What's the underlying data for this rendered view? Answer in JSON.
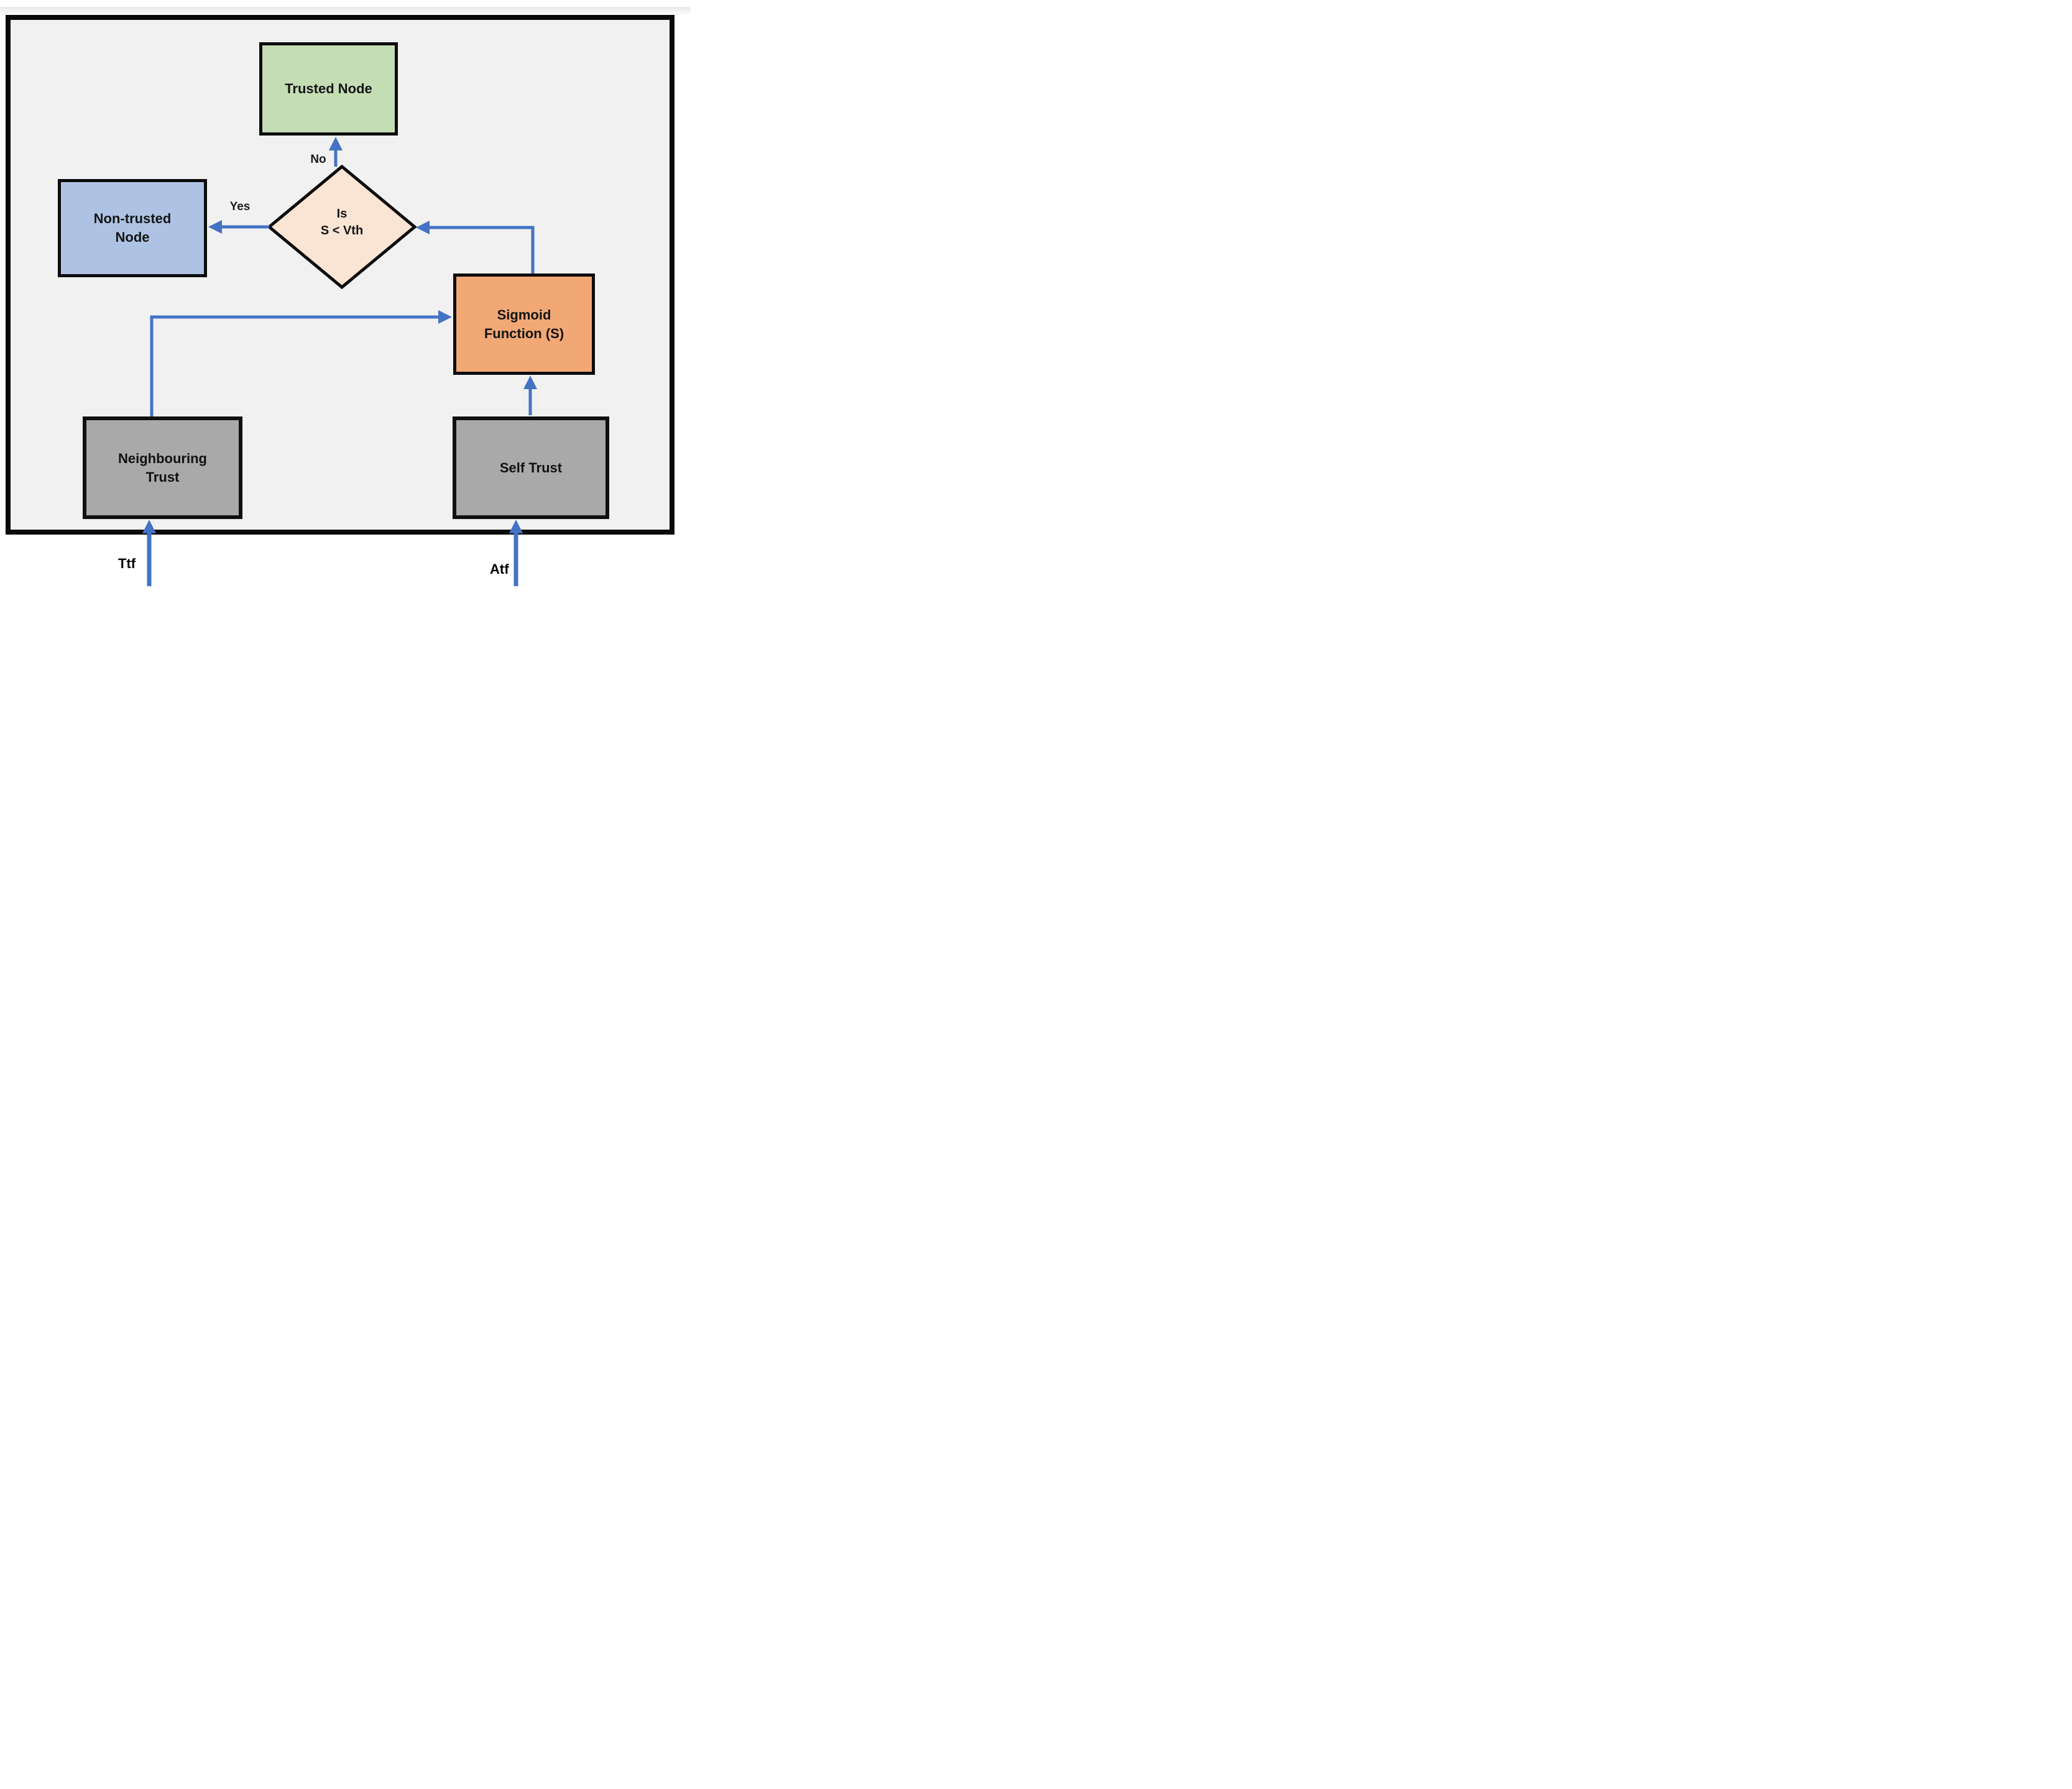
{
  "nodes": {
    "trusted": {
      "label": "Trusted Node",
      "fill": "#c5ddb5"
    },
    "non_trusted": {
      "line1": "Non-trusted",
      "line2": "Node",
      "fill": "#aec3e4"
    },
    "decision": {
      "line1": "Is",
      "line2": "S < Vth",
      "fill": "#fae4d4"
    },
    "sigmoid": {
      "line1": "Sigmoid",
      "line2": "Function (S)",
      "fill": "#f1a875"
    },
    "neighbouring": {
      "line1": "Neighbouring",
      "line2": "Trust",
      "fill": "#a9a9a9"
    },
    "self_trust": {
      "label": "Self Trust",
      "fill": "#a9a9a9"
    }
  },
  "edge_labels": {
    "no": "No",
    "yes": "Yes"
  },
  "input_labels": {
    "ttf": "Ttf",
    "atf": "Atf"
  },
  "colors": {
    "arrow": "#4472c4",
    "canvas": "#f1f1f2",
    "border": "#0a0a0a"
  }
}
